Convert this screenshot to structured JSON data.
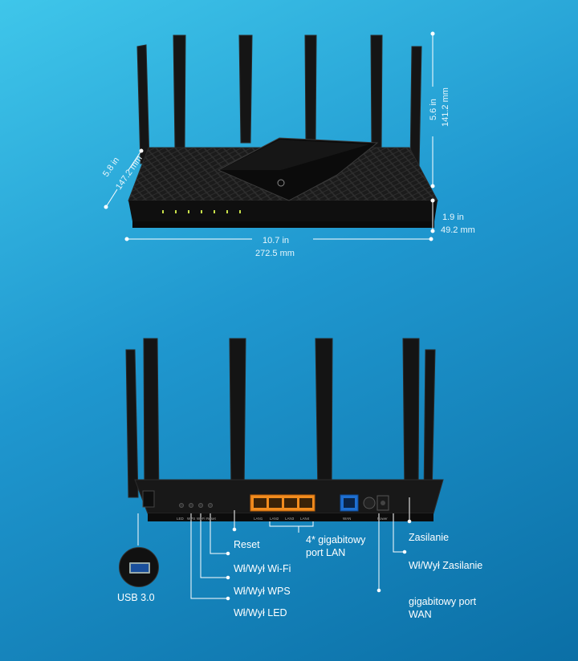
{
  "dimensions": {
    "depth_in": "5.8 in",
    "depth_mm": "147.2 mm",
    "antenna_height_in": "5.6 in",
    "antenna_height_mm": "141.2 mm",
    "height_in": "1.9 in",
    "height_mm": "49.2 mm",
    "width_in": "10.7 in",
    "width_mm": "272.5 mm"
  },
  "back_panel": {
    "small_labels": [
      "LED",
      "WPS",
      "Wi-Fi",
      "Reset"
    ],
    "lan_labels": [
      "LAN1",
      "LAN2",
      "LAN3",
      "LAN4"
    ],
    "wan_label": "WAN",
    "power_label": "Power"
  },
  "callouts": {
    "reset": "Reset",
    "wifi": "Wł/Wył Wi-Fi",
    "wps": "Wł/Wył WPS",
    "led": "Wł/Wył LED",
    "usb": "USB 3.0",
    "lan_line1": "4* gigabitowy",
    "lan_line2": "port LAN",
    "power_input": "Zasilanie",
    "power_switch": "Wł/Wył Zasilanie",
    "wan_line1": "gigabitowy port",
    "wan_line2": "WAN"
  },
  "colors": {
    "lan_port": "#f28c1e",
    "wan_port": "#1e6fd1",
    "led": "#c8e04a",
    "router_body": "#161616"
  }
}
